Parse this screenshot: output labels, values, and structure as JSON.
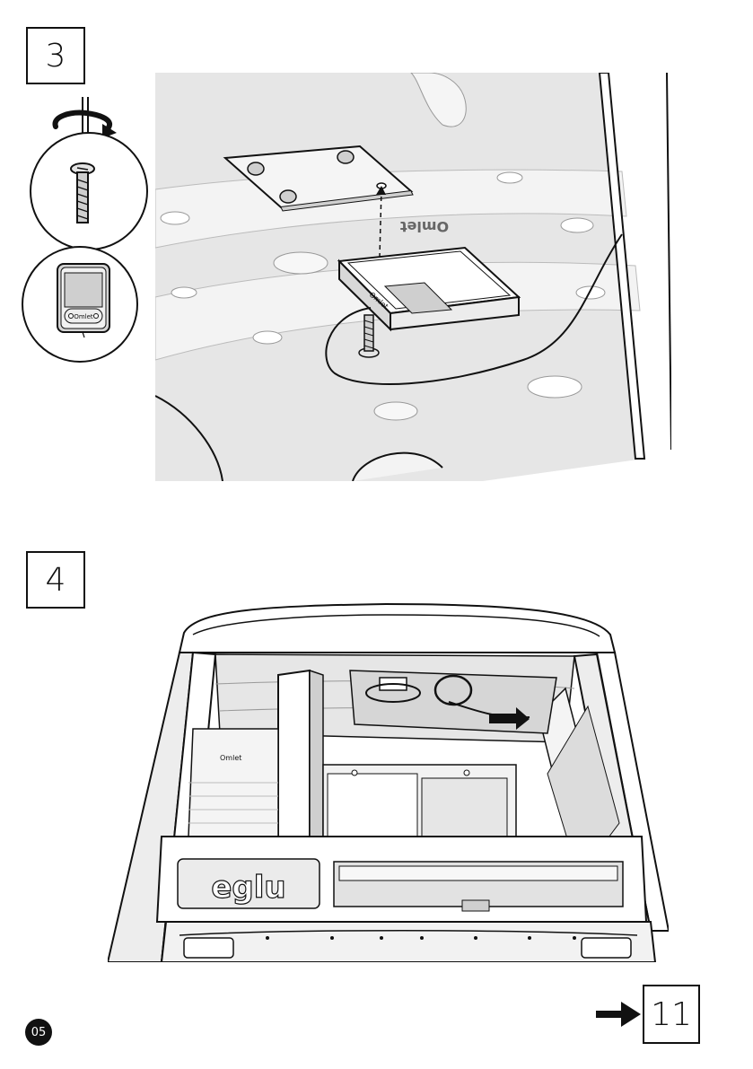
{
  "steps": [
    {
      "number": "3"
    },
    {
      "number": "4"
    }
  ],
  "step3_insets": {
    "screw_icon": "screw-icon",
    "sensor_icon": "sensor-device-icon",
    "device_brand": "Omlet"
  },
  "step3_scene": {
    "plate_brand_mirrored": "Omlet"
  },
  "step4_scene": {
    "panel_logo": "eglu",
    "side_label": "Omlet"
  },
  "navigation": {
    "next_page": "11",
    "arrow_icon": "right-arrow-icon"
  },
  "footer": {
    "page_number": "05"
  },
  "colors": {
    "line": "#111111",
    "fill_light": "#e4e4e4",
    "fill_mid": "#cfcfcf",
    "fill_dark": "#9a9a9a"
  }
}
